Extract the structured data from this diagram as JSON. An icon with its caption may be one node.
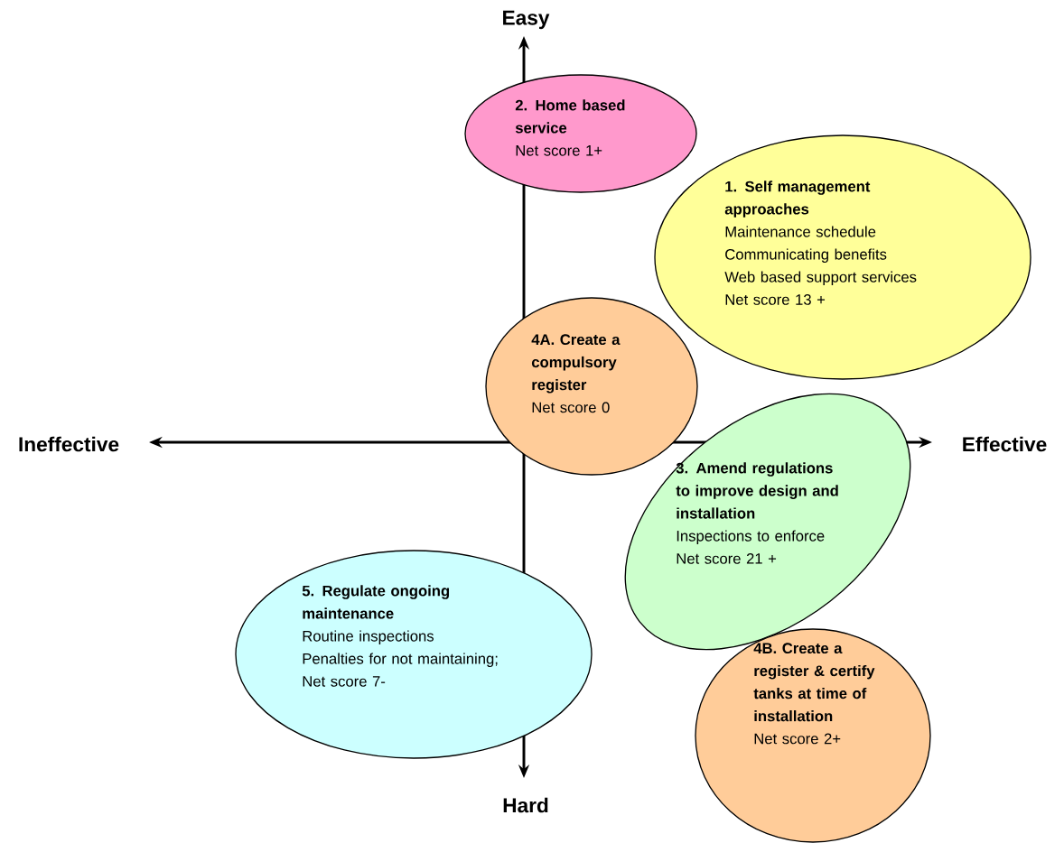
{
  "diagram": {
    "nodes": [
      {
        "text": [
          "2. Home based service",
          "Net score 1+"
        ]
      },
      {
        "text": [
          "1. Self management approaches",
          "Maintenance schedule",
          "Communicating benefits",
          "Web based support services   Net score 13 +"
        ]
      },
      {
        "text": [
          "4A. Create a compulsory register",
          "Net score 0"
        ]
      },
      {
        "text": [
          "3. Amend regulations to improve design and installation",
          "Inspections to enforce",
          "Net score 21 +"
        ]
      },
      {
        "text": [
          "5. Regulate ongoing maintenance",
          "Routine inspections",
          "Penalties for not maintaining; Net score 7-"
        ]
      },
      {
        "text": [
          "4B. Create a register & certify tanks at time of installation",
          "Net score 2+"
        ]
      }
    ],
    "labels": [
      "Easy",
      "Ineffective",
      "Effective",
      "Hard"
    ]
  }
}
